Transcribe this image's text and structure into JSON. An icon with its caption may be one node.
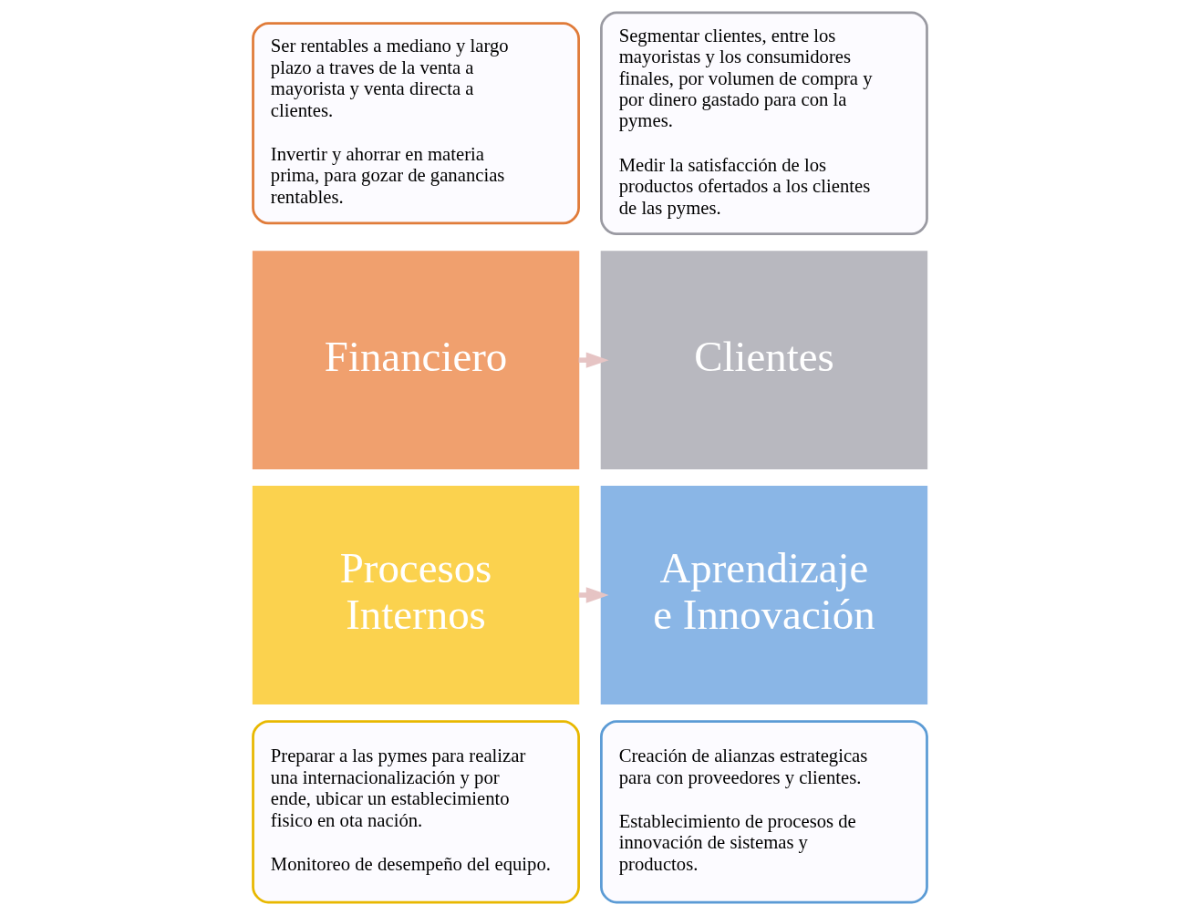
{
  "diagram": {
    "nodes": [
      {
        "text": [
          "Ser rentables a mediano y largo plazo a traves de la venta a mayorista y venta directa a clientes.",
          "Invertir y ahorrar en materia prima, para gozar de ganancias rentables."
        ]
      },
      {
        "text": [
          "Segmentar clientes, entre los mayoristas y los consumidores finales, por volumen de compra y por dinero gastado para con la pymes.",
          "Medir la satisfacción de los productos ofertados a los clientes de las pymes."
        ]
      },
      {
        "text": [
          "Financiero"
        ]
      },
      {
        "text": [
          "Clientes"
        ]
      },
      {
        "text": [
          "Aprendizaje e Innovación"
        ]
      },
      {
        "text": [
          "Procesos Internos"
        ]
      },
      {
        "text": [
          "Creación de alianzas estrategicas para con proveedores y clientes.",
          "Establecimiento de procesos de innovación de sistemas y productos."
        ]
      },
      {
        "text": [
          "Preparar a las pymes para realizar una internacionalización y por ende, ubicar un establecimiento fisico en ota nación.",
          "Monitoreo de desempeño del equipo."
        ]
      }
    ],
    "edges": [
      {
        "from": 2,
        "to": 3,
        "arrow": "to",
        "color": "#e6c4c4"
      },
      {
        "from": 5,
        "to": 4,
        "arrow": "to",
        "color": "#e6c4c4"
      }
    ]
  }
}
